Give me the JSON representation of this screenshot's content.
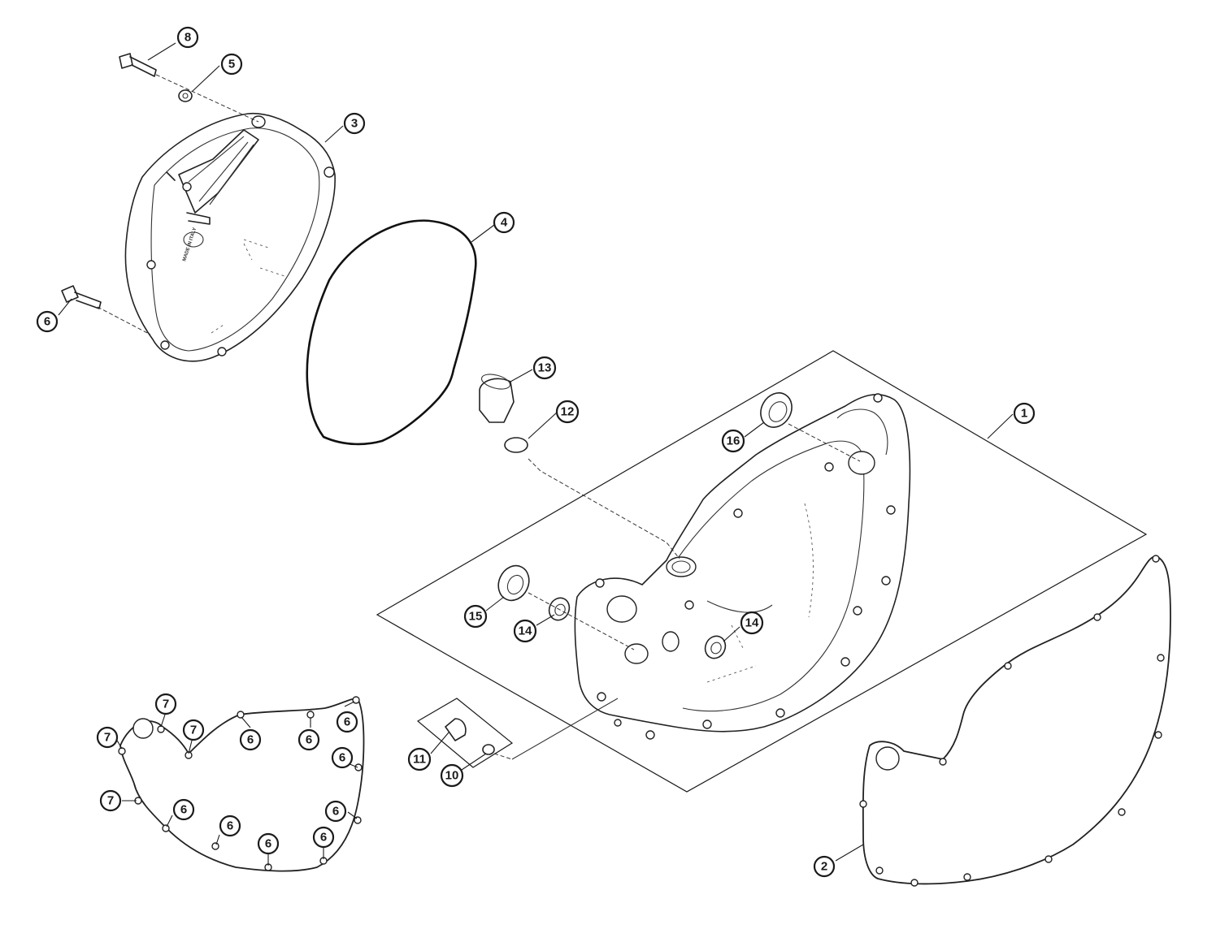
{
  "diagram": {
    "callouts": {
      "c1": "1",
      "c2": "2",
      "c3": "3",
      "c4": "4",
      "c5": "5",
      "c6_bolt": "6",
      "c8": "8",
      "c10": "10",
      "c11": "11",
      "c12": "12",
      "c13": "13",
      "c14_left": "14",
      "c14_right": "14",
      "c15": "15",
      "c16": "16",
      "g7_a": "7",
      "g7_b": "7",
      "g7_c": "7",
      "g7_d": "7",
      "g6_a": "6",
      "g6_b": "6",
      "g6_c": "6",
      "g6_d": "6",
      "g6_e": "6",
      "g6_f": "6",
      "g6_g": "6",
      "g6_h": "6",
      "g6_i": "6"
    },
    "cover_marking": [
      "MADE IN ITALY"
    ]
  }
}
